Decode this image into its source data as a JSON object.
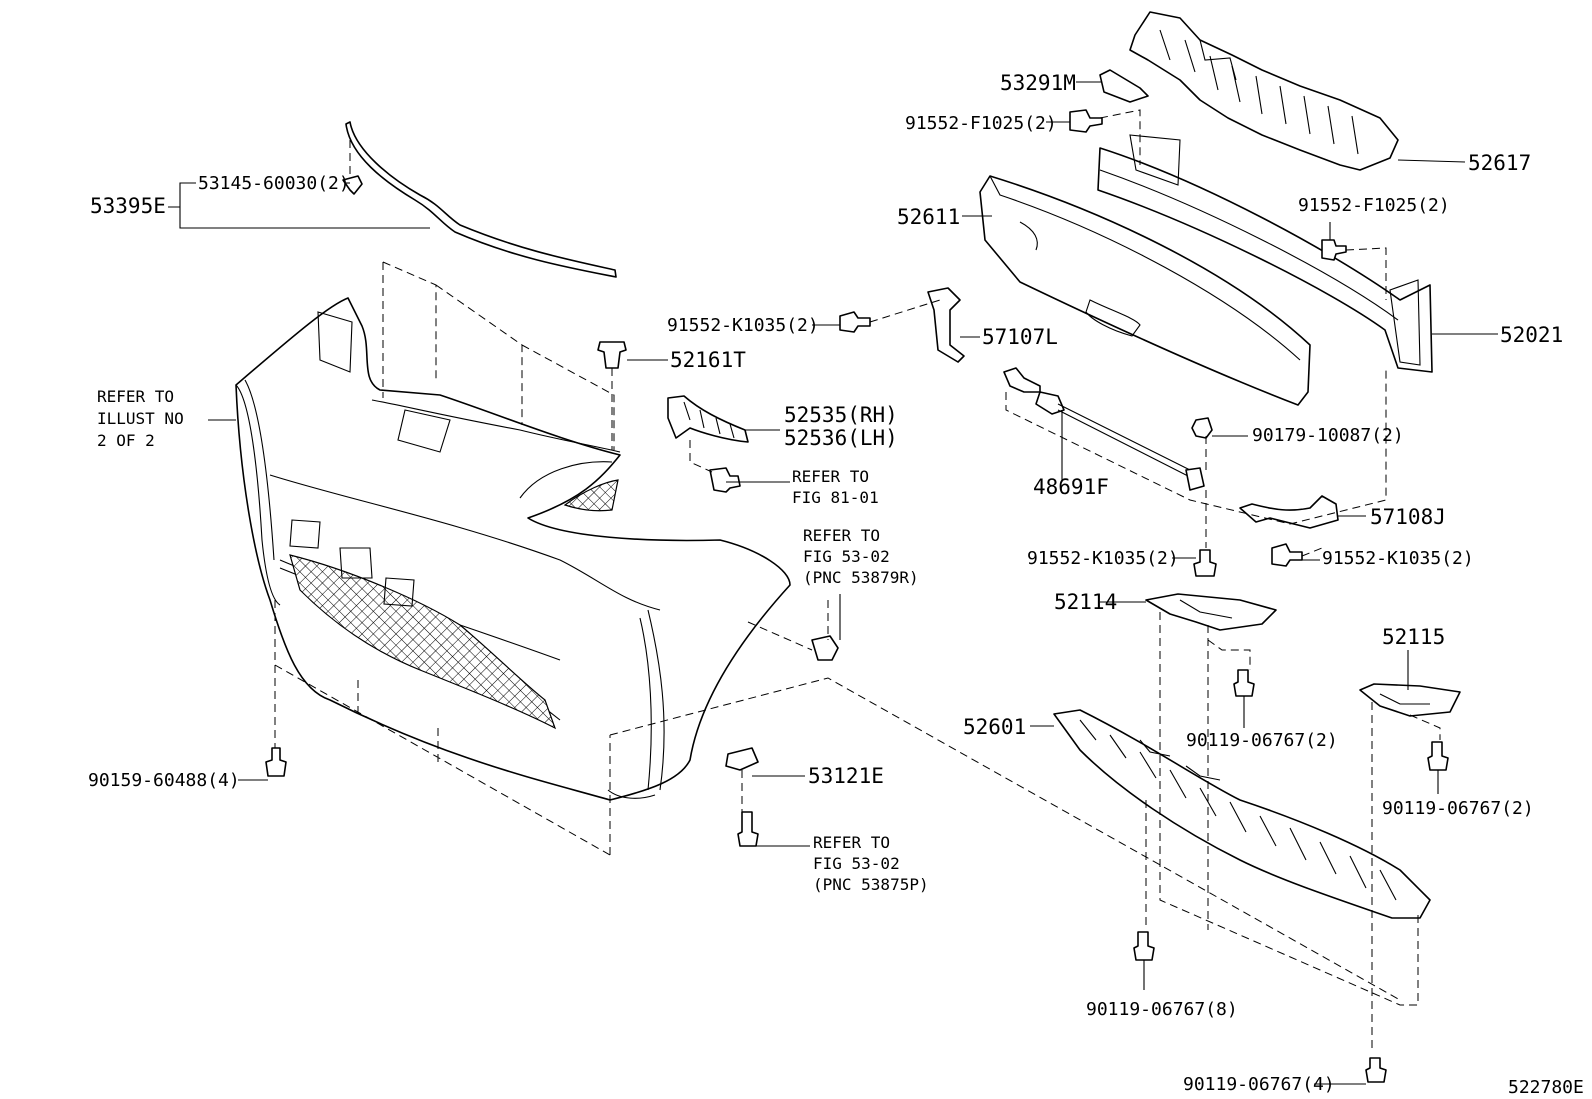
{
  "diagram": {
    "figure_code": "522780E",
    "labels": {
      "p53395E": "53395E",
      "p53145": "53145-60030(2)",
      "refer_illust_1": "REFER TO",
      "refer_illust_2": "ILLUST NO",
      "refer_illust_3": "2 OF 2",
      "p91552K_top": "91552-K1035(2)",
      "p52161T": "52161T",
      "p52535": "52535(RH)",
      "p52536": "52536(LH)",
      "refer8101_1": "REFER TO",
      "refer8101_2": "FIG 81-01",
      "refer5302r_1": "REFER TO",
      "refer5302r_2": "FIG 53-02",
      "refer5302r_3": "(PNC 53879R)",
      "p90159": "90159-60488(4)",
      "p53121E": "53121E",
      "refer5302p_1": "REFER TO",
      "refer5302p_2": "FIG 53-02",
      "refer5302p_3": "(PNC 53875P)",
      "p53291M": "53291M",
      "p91552F_top": "91552-F1025(2)",
      "p52617": "52617",
      "p52611": "52611",
      "p91552F_right": "91552-F1025(2)",
      "p52021": "52021",
      "p57107L": "57107L",
      "p48691F": "48691F",
      "p90179": "90179-10087(2)",
      "p57108J": "57108J",
      "p91552K_mid": "91552-K1035(2)",
      "p91552K_right": "91552-K1035(2)",
      "p52114": "52114",
      "p52115": "52115",
      "p52601": "52601",
      "p90119_a": "90119-06767(2)",
      "p90119_b": "90119-06767(2)",
      "p90119_c": "90119-06767(8)",
      "p90119_d": "90119-06767(4)"
    }
  }
}
